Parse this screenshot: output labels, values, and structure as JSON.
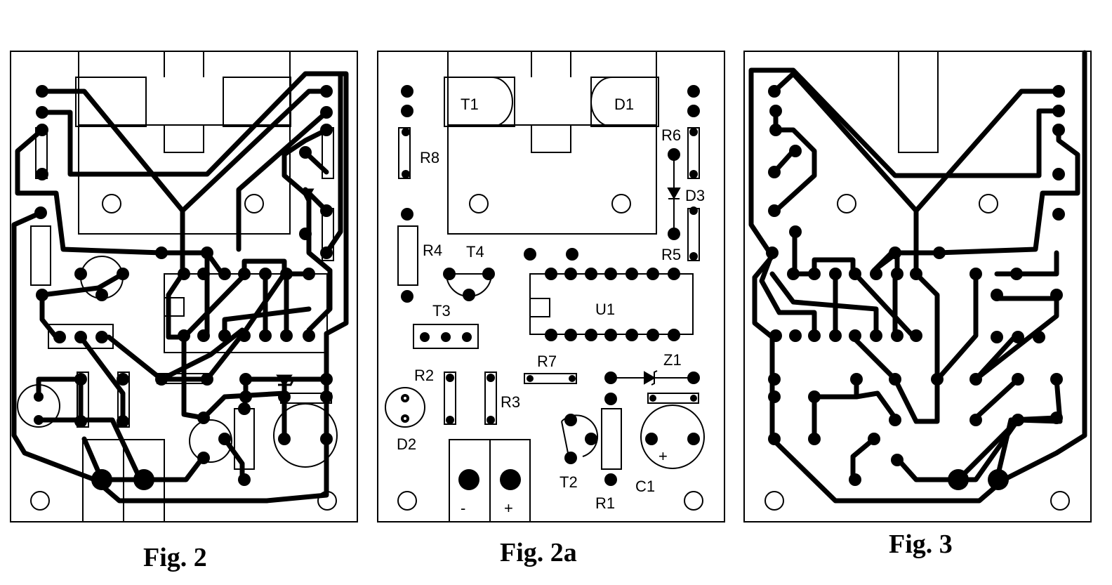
{
  "figures": [
    {
      "caption": "Fig. 2"
    },
    {
      "caption": "Fig. 2a"
    },
    {
      "caption": "Fig. 3"
    }
  ],
  "components": {
    "T1": "T1",
    "D1": "D1",
    "R6": "R6",
    "D3": "D3",
    "R8": "R8",
    "R5": "R5",
    "R4": "R4",
    "T4": "T4",
    "T3": "T3",
    "U1": "U1",
    "R7": "R7",
    "Z1": "Z1",
    "R2": "R2",
    "R3": "R3",
    "D2": "D2",
    "T2": "T2",
    "C1": "C1",
    "R1": "R1"
  },
  "terminals": {
    "minus": "-",
    "plus": "+"
  },
  "c1_polarity": "+"
}
